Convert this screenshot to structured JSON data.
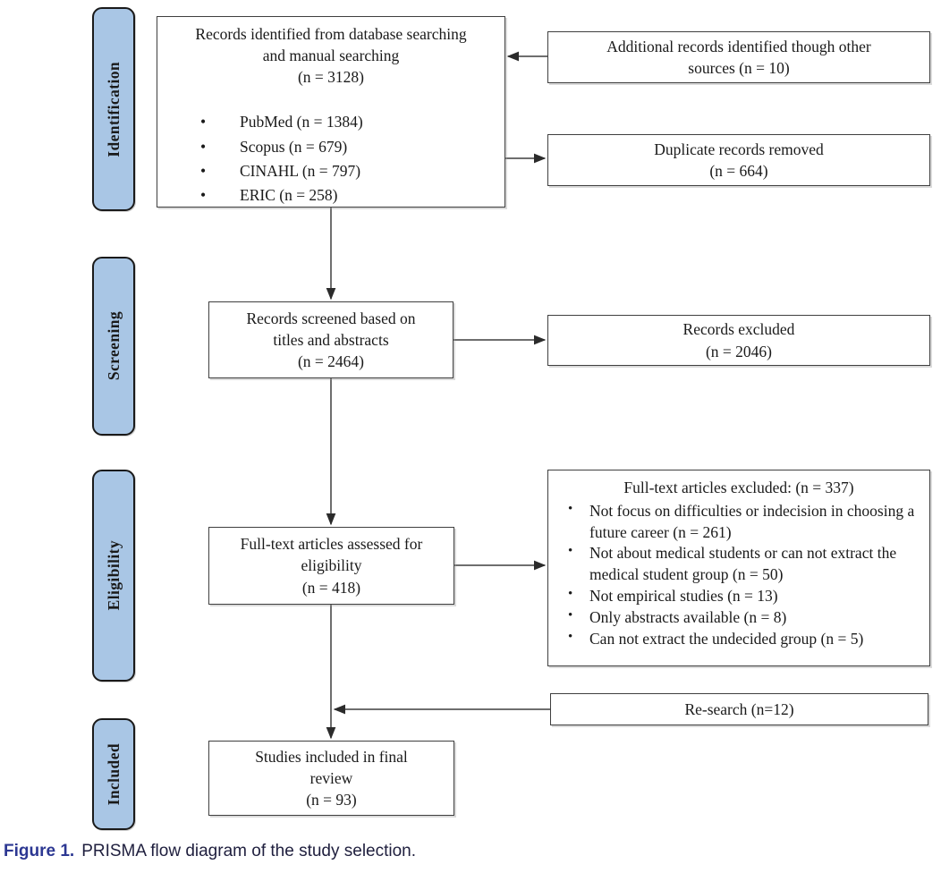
{
  "figure": {
    "caption_label": "Figure 1.",
    "caption_text": "PRISMA flow diagram of the study selection."
  },
  "colors": {
    "stage_tab_fill": "#a9c6e5",
    "stage_tab_border": "#1a1a1a",
    "box_border": "#3f3f3f",
    "caption_label_color": "#2c3792"
  },
  "stages": {
    "identification": "Identification",
    "screening": "Screening",
    "eligibility": "Eligibility",
    "included": "Included"
  },
  "boxes": {
    "records_identified": {
      "title": "Records identified from database searching\nand manual searching\n(n = 3128)",
      "bullet_glyph": "•",
      "bullets": [
        "PubMed (n = 1384)",
        "Scopus (n = 679)",
        "CINAHL (n = 797)",
        "ERIC (n = 258)"
      ]
    },
    "additional_records": "Additional records identified though other\nsources (n = 10)",
    "duplicates_removed": "Duplicate records removed\n(n = 664)",
    "records_screened": "Records screened based on\ntitles and abstracts\n(n = 2464)",
    "records_excluded": "Records excluded\n(n = 2046)",
    "fulltext_assessed": "Full-text articles assessed for\neligibility\n(n = 418)",
    "fulltext_excluded": {
      "title": "Full-text articles excluded: (n = 337)",
      "bullet_glyph": "•",
      "bullets": [
        "Not focus on difficulties or indecision in choosing a future career (n = 261)",
        "Not about medical students or can not extract the medical student group (n = 50)",
        "Not empirical studies (n = 13)",
        "Only abstracts available (n = 8)",
        "Can not extract the undecided group (n = 5)"
      ]
    },
    "research": "Re-search (n=12)",
    "studies_included": "Studies included in final\nreview\n(n = 93)"
  }
}
